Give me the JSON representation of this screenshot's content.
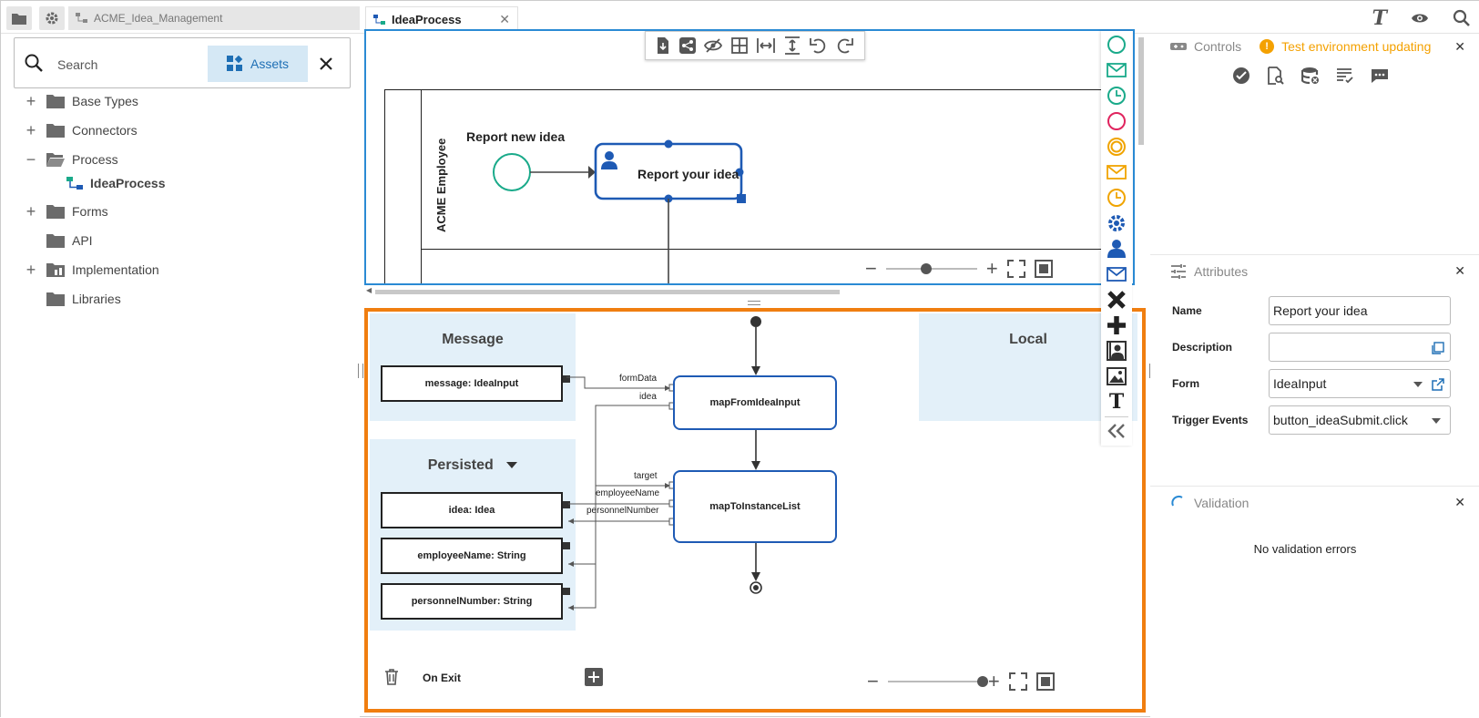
{
  "topbar": {
    "project_name": "ACME_Idea_Management",
    "active_tab_label": "IdeaProcess"
  },
  "search": {
    "placeholder": "Search",
    "assets_label": "Assets"
  },
  "tree": [
    {
      "label": "Base Types",
      "expander": "+"
    },
    {
      "label": "Connectors",
      "expander": "+"
    },
    {
      "label": "Process",
      "expander": "−"
    },
    {
      "label": "IdeaProcess",
      "expander": ""
    },
    {
      "label": "Forms",
      "expander": "+"
    },
    {
      "label": "API",
      "expander": ""
    },
    {
      "label": "Implementation",
      "expander": "+"
    },
    {
      "label": "Libraries",
      "expander": ""
    }
  ],
  "process_diagram": {
    "lane_label": "ACME Employee",
    "start_event_label": "Report new idea",
    "task_label": "Report your idea"
  },
  "palette": {
    "items": [
      "start-event",
      "message-start-event",
      "timer-start-event",
      "end-event",
      "intermediate-event",
      "message-intermediate-event",
      "timer-intermediate-event",
      "service-task",
      "user-task",
      "message-task",
      "exclusive-gateway",
      "parallel-gateway",
      "lane",
      "image",
      "text-annotation",
      "collapse"
    ],
    "colors": {
      "green": "#1aaa8a",
      "red": "#e0245e",
      "orange": "#f0a400",
      "blue": "#1e5ab4",
      "dark": "#222222"
    }
  },
  "mapping": {
    "message_group_title": "Message",
    "persisted_group_title": "Persisted",
    "local_group_title": "Local",
    "message_vars": [
      "message: IdeaInput"
    ],
    "persisted_vars": [
      "idea: Idea",
      "employeeName: String",
      "personnelNumber: String"
    ],
    "task1": "mapFromIdeaInput",
    "task1_pins": [
      "formData",
      "idea"
    ],
    "task2": "mapToInstanceList",
    "task2_pins": [
      "target",
      "employeeName",
      "personnelNumber"
    ],
    "on_exit_label": "On Exit"
  },
  "controls": {
    "title": "Controls",
    "warning": "Test environment updating"
  },
  "attributes": {
    "title": "Attributes",
    "name_label": "Name",
    "name_value": "Report your idea",
    "description_label": "Description",
    "description_value": "",
    "form_label": "Form",
    "form_value": "IdeaInput",
    "trigger_label": "Trigger Events",
    "trigger_value": "button_ideaSubmit.click"
  },
  "validation": {
    "title": "Validation",
    "message": "No validation errors"
  }
}
